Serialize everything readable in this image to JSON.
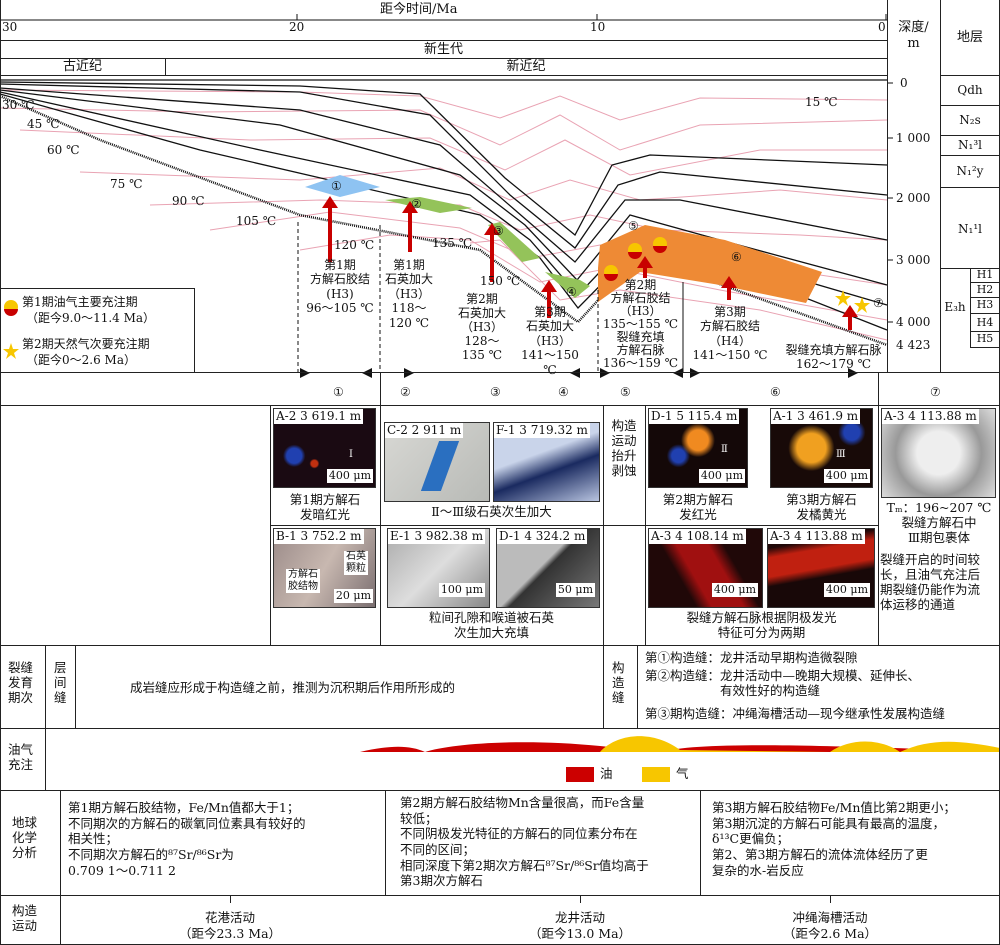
{
  "axis": {
    "title": "距今时间/Ma",
    "ticks": [
      "30",
      "20",
      "10",
      "0"
    ]
  },
  "era": "新生代",
  "periods": [
    "古近纪",
    "新近纪"
  ],
  "depth": {
    "title": "深度/\nm",
    "ticks": [
      "0",
      "1 000",
      "2 000",
      "3 000",
      "4 000",
      "4 423"
    ]
  },
  "strata": {
    "title": "地层",
    "units": [
      "Qdh",
      "N₂s",
      "N₁³l",
      "N₁²y",
      "N₁¹l",
      "E₃h"
    ],
    "members": [
      "H1",
      "H2",
      "H3",
      "H4",
      "H5"
    ]
  },
  "isotherms": [
    "30 ℃",
    "45 ℃",
    "60 ℃",
    "75 ℃",
    "90 ℃",
    "105 ℃",
    "120 ℃",
    "135 ℃",
    "150 ℃",
    "15 ℃"
  ],
  "stages": [
    "①",
    "②",
    "③",
    "④",
    "⑤",
    "⑥",
    "⑦"
  ],
  "events": [
    "第1期\n方解石胶结\n(H3)\n96～105 ℃",
    "第1期\n石英加大\n（H3）\n118～\n120 ℃",
    "第2期\n石英加大\n（H3）\n128～\n135 ℃",
    "第3期\n石英加大\n（H3）\n141～150 ℃",
    "第2期\n方解石胶结\n（H3）\n135～155 ℃\n裂缝充填\n方解石脉\n136～159 ℃",
    "第3期\n方解石胶结\n（H4）\n141～150 ℃",
    "裂缝充填方解石脉\n162～179 ℃"
  ],
  "legend": [
    {
      "label": "第1期油气主要充注期",
      "sub": "（距今9.0～11.4 Ma）"
    },
    {
      "label": "第2期天然气次要充注期",
      "sub": "（距今0～2.6 Ma）"
    }
  ],
  "photos": [
    {
      "id": "A-2 3 619.1 m",
      "scale": "400 μm",
      "mark": "Ⅰ"
    },
    {
      "id": "C-2 2 911 m"
    },
    {
      "id": "F-1 3 719.32 m"
    },
    {
      "id": "D-1 5 115.4 m",
      "scale": "400 μm",
      "mark": "Ⅱ"
    },
    {
      "id": "A-1 3 461.9 m",
      "scale": "400 μm",
      "mark": "Ⅲ"
    },
    {
      "id": "A-3 4 113.88 m"
    },
    {
      "id": "B-1 3 752.2 m",
      "scale": "20 μm",
      "l1": "方解石\n胶结物",
      "l2": "石英\n颗粒"
    },
    {
      "id": "E-1 3 982.38 m",
      "scale": "100 μm"
    },
    {
      "id": "D-1 4 324.2 m",
      "scale": "50 μm"
    },
    {
      "id": "A-3 4 108.14 m",
      "scale": "400 μm"
    },
    {
      "id": "A-3 4 113.88 m",
      "scale": "400 μm"
    }
  ],
  "captions": {
    "c1": "第1期方解石\n发暗红光",
    "c2": "Ⅱ～Ⅲ级石英次生加大",
    "c3": "构造\n运动\n抬升\n剥蚀",
    "c4": "第2期方解石\n发红光",
    "c5": "第3期方解石\n发橘黄光",
    "c6": "Tₘ：196~207 ℃\n裂缝方解石中\nⅢ期包裹体",
    "c6b": "裂缝开启的时间较\n长，且油气充注后\n期裂缝仍能作为流\n体运移的通道",
    "c7": "粒间孔隙和喉道被石英\n次生加大充填",
    "c8": "裂缝方解石脉根据阴极发光\n特征可分为两期"
  },
  "fracture": {
    "label": "裂缝\n发育\n期次",
    "interlayer": "层\n间\n缝",
    "interlayer_text": "成岩缝应形成于构造缝之前，推测为沉积期后作用所形成的",
    "tectonic": "构\n造\n缝",
    "items": [
      "第①构造缝：龙井活动早期构造微裂隙",
      "第②构造缝：龙井活动中—晚期大规模、延伸长、\n　　　　　　有效性好的构造缝",
      "第③期构造缝：冲绳海槽活动—现今继承性发展构造缝"
    ]
  },
  "charge": {
    "label": "油气\n充注",
    "oil": "油",
    "gas": "气",
    "oil_color": "#cc0000",
    "gas_color": "#f7c600"
  },
  "geochem": {
    "label": "地球\n化学\n分析",
    "cols": [
      "第1期方解石胶结物，Fe/Mn值都大于1；\n不同期次的方解石的碳氧同位素具有较好的\n相关性；\n不同期次方解石的⁸⁷Sr/⁸⁶Sr为\n0.709 1～0.711 2",
      "第2期方解石胶结物Mn含量很高，而Fe含量\n较低；\n不同阴极发光特征的方解石的同位素分布在\n不同的区间；\n相同深度下第2期次方解石⁸⁷Sr/⁸⁶Sr值均高于\n第3期次方解石",
      "第3期方解石胶结物Fe/Mn值比第2期更小；\n第3期沉淀的方解石可能具有最高的温度，\nδ¹³C更偏负；\n第2、第3期方解石的流体流体经历了更\n复杂的水-岩反应"
    ]
  },
  "tectonics": {
    "label": "构造\n运动",
    "events": [
      {
        "name": "花港活动",
        "age": "（距今23.3 Ma）"
      },
      {
        "name": "龙井活动",
        "age": "（距今13.0 Ma）"
      },
      {
        "name": "冲绳海槽活动",
        "age": "（距今2.6 Ma）"
      }
    ]
  },
  "colors": {
    "stage1": "#8ec3f2",
    "quartz": "#94c35a",
    "calcite": "#ee8a35",
    "arrow": "#c80000",
    "isotherm": "#e8a0b0"
  }
}
